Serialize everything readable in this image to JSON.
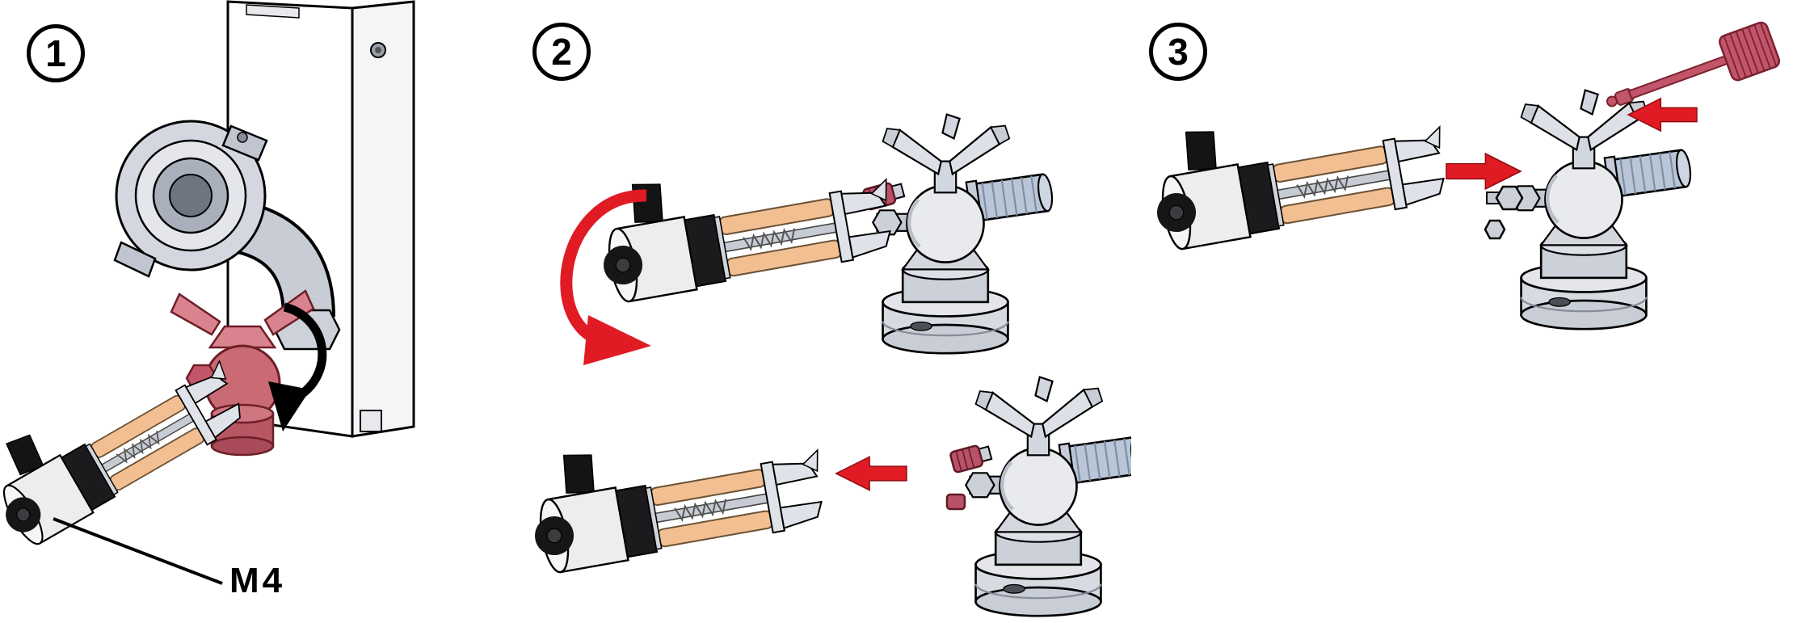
{
  "steps": [
    {
      "number": "1",
      "callout_label": "M4"
    },
    {
      "number": "2"
    },
    {
      "number": "3"
    }
  ],
  "illustration": {
    "step1": "tool engaged on red-highlighted valve mounted to bracket, black rotation arrow, callout M4 on tool",
    "step2": "rotate tool (red curved arrow), then pull tool off valve (red arrow left)",
    "step3": "push tool onto valve (red arrow right), insert red plug tool (red arrow left)"
  },
  "icons": {
    "step1_arrow": "black-curved-rotation-arrow",
    "step2_top_arrow": "red-curved-rotation-arrow",
    "step2_bottom_arrow": "red-straight-arrow-left",
    "step3_left_arrow": "red-straight-arrow-right",
    "step3_right_arrow": "red-straight-arrow-left"
  },
  "colors": {
    "background": "#ffffff",
    "outline": "#000000",
    "arrow_red": "#e01b24",
    "highlight_valve_red": "#c96a74",
    "plug_red": "#c2556a",
    "metal_light": "#e8eaee",
    "metal_mid": "#ccd0d9",
    "rod_tan": "#f2bf92",
    "connector_blue_gray": "#b9c6d7",
    "tool_dark": "#1b1b1d"
  }
}
